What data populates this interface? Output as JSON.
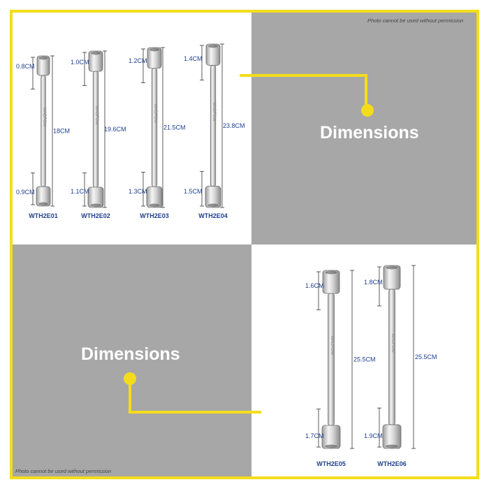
{
  "notice_text": "Photo cannot be used without permission",
  "heading_text": "Dimensions",
  "brand_text": "WADFOW",
  "colors": {
    "frame": "#f5dc1a",
    "gray_panel": "#a7a7a7",
    "label": "#1f3f8f",
    "heading": "#ffffff"
  },
  "wrenches": [
    {
      "code": "WTH2E01",
      "top_size": "0.8CM",
      "bottom_size": "0.9CM",
      "length": "18CM"
    },
    {
      "code": "WTH2E02",
      "top_size": "1.0CM",
      "bottom_size": "1.1CM",
      "length": "19.6CM"
    },
    {
      "code": "WTH2E03",
      "top_size": "1.2CM",
      "bottom_size": "1.3CM",
      "length": "21.5CM"
    },
    {
      "code": "WTH2E04",
      "top_size": "1.4CM",
      "bottom_size": "1.5CM",
      "length": "23.8CM"
    },
    {
      "code": "WTH2E05",
      "top_size": "1.6CM",
      "bottom_size": "1.7CM",
      "length": "25.5CM"
    },
    {
      "code": "WTH2E06",
      "top_size": "1.8CM",
      "bottom_size": "1.9CM",
      "length": "25.5CM"
    }
  ]
}
